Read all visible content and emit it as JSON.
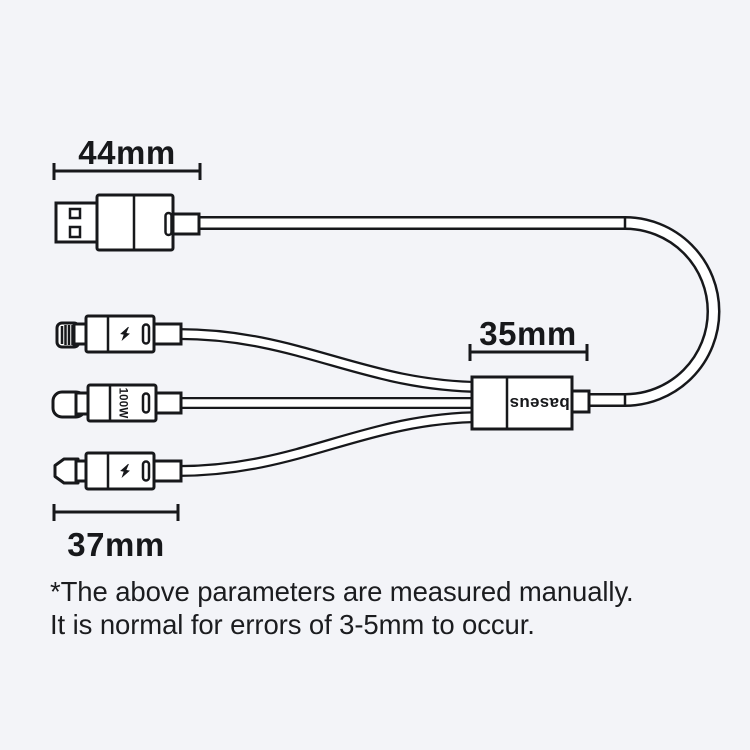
{
  "theme": {
    "background": "#f3f4f8",
    "line_color": "#17181b",
    "text_color": "#17181b",
    "fill_color": "#ffffff"
  },
  "measurements": {
    "usb_a_label": "44mm",
    "hub_label": "35mm",
    "connectors_label": "37mm"
  },
  "hub": {
    "brand_label": "baseus"
  },
  "connectors": {
    "lightning": {
      "icon": "lightning-bolt"
    },
    "usb_c": {
      "power_label": "100W"
    },
    "micro_usb": {
      "icon": "lightning-bolt"
    }
  },
  "disclaimer": {
    "line1": "*The above parameters are measured manually.",
    "line2": "It is normal for errors of 3-5mm to occur."
  }
}
